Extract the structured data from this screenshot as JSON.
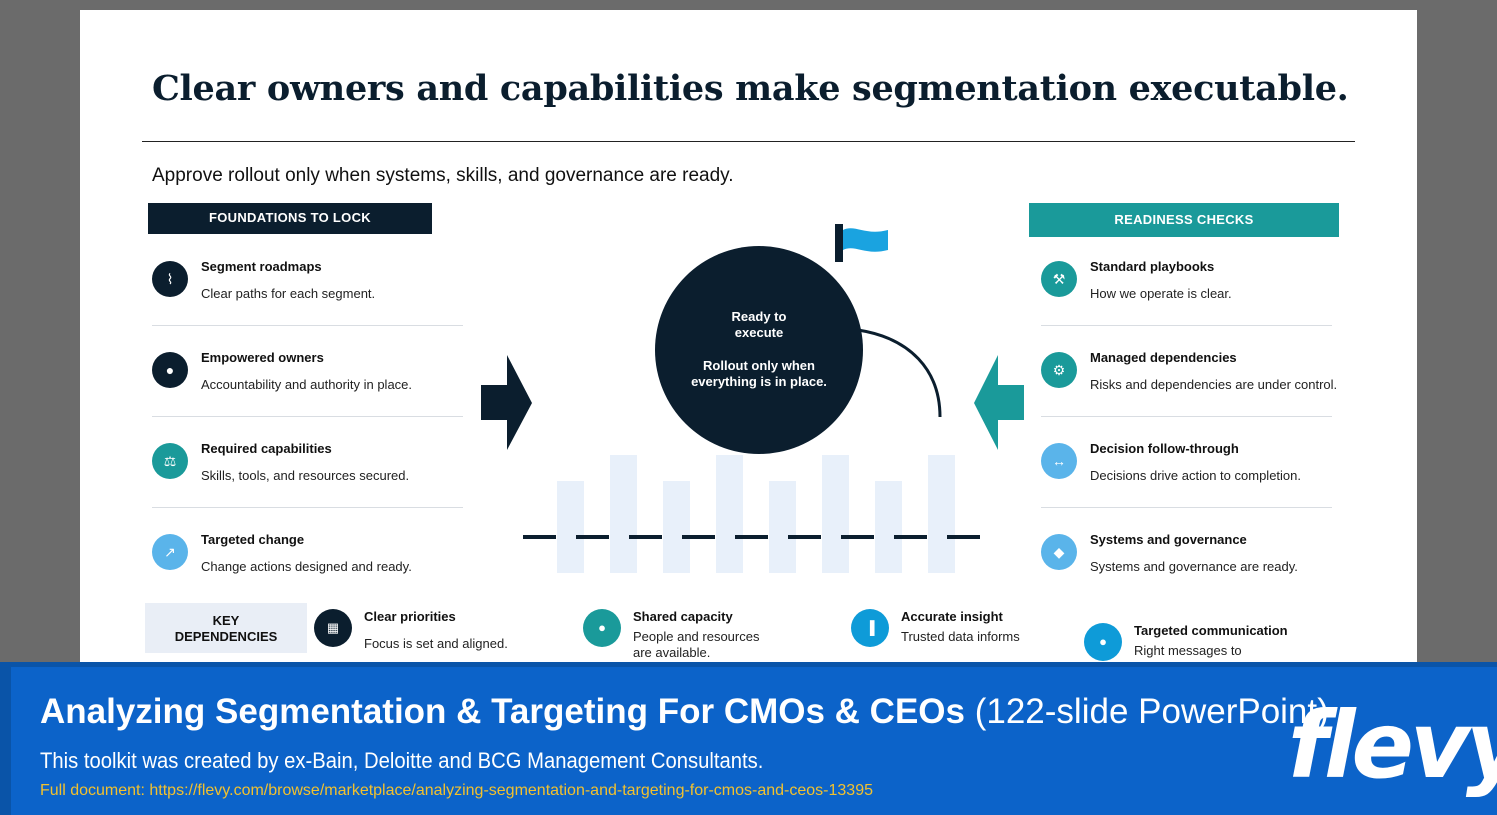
{
  "slide": {
    "title": "Clear owners and capabilities make segmentation executable.",
    "subtitle": "Approve rollout only when systems, skills, and governance are ready."
  },
  "foundations": {
    "header": "FOUNDATIONS TO LOCK",
    "items": [
      {
        "title": "Segment roadmaps",
        "desc": "Clear paths for each segment.",
        "icon": "route-icon",
        "glyph": "⌇",
        "color": "#0b1e2e"
      },
      {
        "title": "Empowered owners",
        "desc": "Accountability and authority in place.",
        "icon": "person-icon",
        "glyph": "●",
        "color": "#0b1e2e"
      },
      {
        "title": "Required capabilities",
        "desc": "Skills, tools, and resources secured.",
        "icon": "people-icon",
        "glyph": "⚖",
        "color": "#1a9a9a"
      },
      {
        "title": "Targeted change",
        "desc": "Change actions designed and ready.",
        "icon": "arrow-up-right-icon",
        "glyph": "↗",
        "color": "#5ab4ea"
      }
    ]
  },
  "readiness": {
    "header": "READINESS CHECKS",
    "items": [
      {
        "title": "Standard playbooks",
        "desc": "How we operate is clear.",
        "icon": "tools-icon",
        "glyph": "⚒",
        "color": "#1a9a9a"
      },
      {
        "title": "Managed dependencies",
        "desc": "Risks and dependencies are under control.",
        "icon": "gear-icon",
        "glyph": "⚙",
        "color": "#1a9a9a"
      },
      {
        "title": "Decision follow-through",
        "desc": "Decisions drive action to completion.",
        "icon": "arrows-horizontal-icon",
        "glyph": "↔",
        "color": "#5ab4ea"
      },
      {
        "title": "Systems and governance",
        "desc": "Systems and governance are ready.",
        "icon": "diamond-icon",
        "glyph": "◆",
        "color": "#5ab4ea"
      }
    ]
  },
  "center": {
    "line1": "Ready to\nexecute",
    "line2": "Rollout only when\neverything is in place."
  },
  "dependencies": {
    "label": "KEY\nDEPENDENCIES",
    "items": [
      {
        "title": "Clear priorities",
        "desc": "Focus is set and aligned.",
        "icon": "list-icon",
        "glyph": "▦",
        "color": "#0b1e2e"
      },
      {
        "title": "Shared capacity",
        "desc": "People and resources are available.",
        "icon": "people-icon",
        "glyph": "●",
        "color": "#1a9a9a"
      },
      {
        "title": "Accurate insight",
        "desc": "Trusted data informs",
        "icon": "chart-icon",
        "glyph": "▐",
        "color": "#0e9bd8"
      },
      {
        "title": "Targeted communication",
        "desc": "Right messages to",
        "icon": "target-icon",
        "glyph": "●",
        "color": "#0e9bd8"
      }
    ]
  },
  "banner": {
    "title_bold": "Analyzing Segmentation & Targeting For CMOs & CEOs",
    "title_light": " (122-slide PowerPoint)",
    "subtitle": "This toolkit was created by ex-Bain, Deloitte and BCG Management Consultants.",
    "url": "Full document: https://flevy.com/browse/marketplace/analyzing-segmentation-and-targeting-for-cmos-and-ceos-13395",
    "logo": "flevy"
  }
}
